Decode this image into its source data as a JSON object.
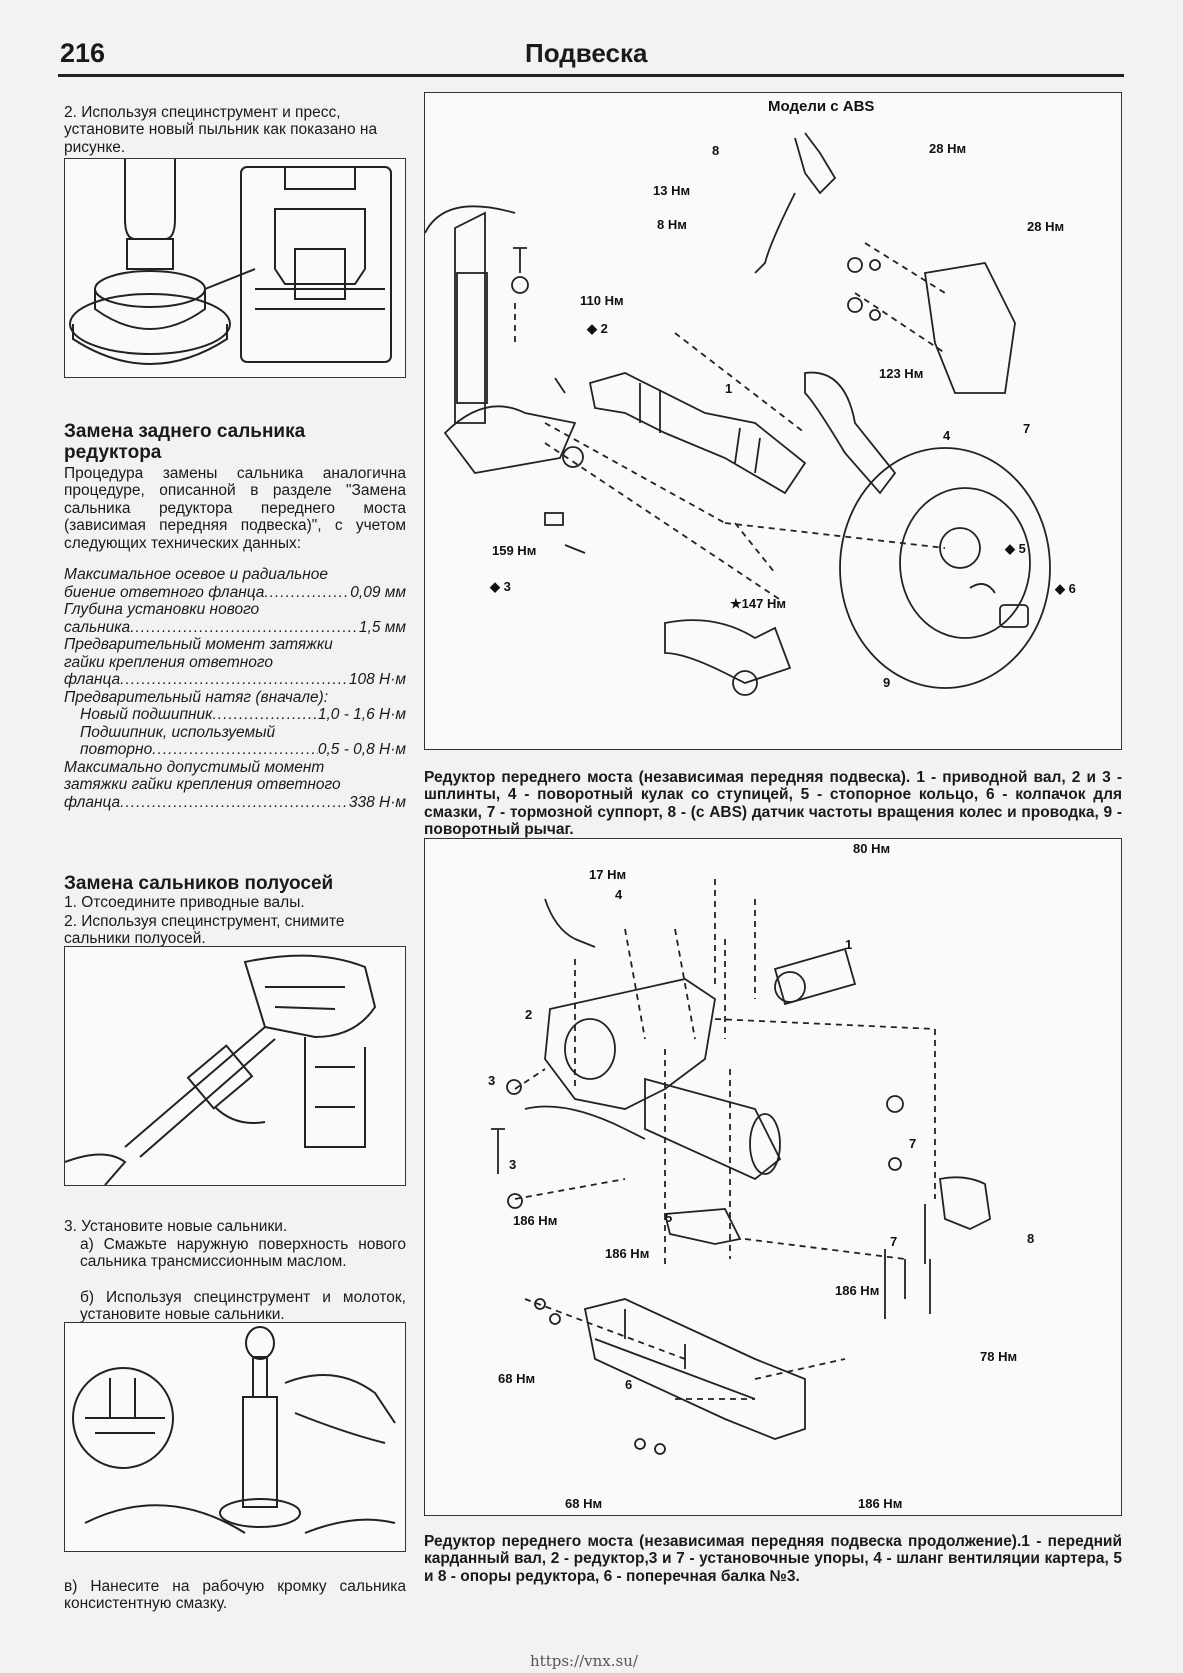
{
  "header": {
    "page_number": "216",
    "section_title": "Подвеска"
  },
  "left": {
    "step2_intro": "2. Используя специнструмент и пресс, установите новый пыльник как показано на рисунке.",
    "rear_seal_heading": "Замена заднего сальника редуктора",
    "rear_seal_text": "Процедура замены сальника аналогична процедуре, описанной в разделе \"Замена сальника редуктора переднего моста (зависимая передняя подвеска)\", с учетом следующих технических данных:",
    "specs": [
      {
        "label": "Максимальное осевое и радиальное",
        "indent": false,
        "value": ""
      },
      {
        "label": "биение ответного фланца",
        "indent": false,
        "value": "0,09 мм",
        "dots": true
      },
      {
        "label": "Глубина установки нового",
        "indent": false,
        "value": ""
      },
      {
        "label": "сальника",
        "indent": false,
        "value": "1,5 мм",
        "dots": true
      },
      {
        "label": "Предварительный момент затяжки",
        "indent": false,
        "value": ""
      },
      {
        "label": "гайки крепления ответного",
        "indent": false,
        "value": ""
      },
      {
        "label": "фланца",
        "indent": false,
        "value": "108 Н·м",
        "dots": true
      },
      {
        "label": "Предварительный натяг (вначале):",
        "indent": false,
        "value": ""
      },
      {
        "label": "Новый подшипник",
        "indent": true,
        "value": "1,0 - 1,6 Н·м",
        "dots": true
      },
      {
        "label": "Подшипник, используемый",
        "indent": true,
        "value": ""
      },
      {
        "label": "повторно",
        "indent": true,
        "value": "0,5 - 0,8 Н·м",
        "dots": true
      },
      {
        "label": "Максимально допустимый момент",
        "indent": false,
        "value": ""
      },
      {
        "label": "затяжки гайки крепления ответного",
        "indent": false,
        "value": ""
      },
      {
        "label": "фланца",
        "indent": false,
        "value": "338 Н·м",
        "dots": true
      }
    ],
    "axle_seal_heading": "Замена сальников полуосей",
    "axle_step1": "1. Отсоедините приводные валы.",
    "axle_step2": "2. Используя специнструмент, снимите сальники полуосей.",
    "axle_step3": "3. Установите новые сальники.",
    "axle_step3a": "а) Смажьте наружную поверхность нового сальника трансмиссионным маслом.",
    "axle_step3b": "б) Используя специнструмент и молоток, установите новые сальники.",
    "axle_step3c": "в) Нанесите на рабочую кромку сальника консистентную смазку."
  },
  "figure1": {
    "title": "Модели с ABS",
    "labels": {
      "n1": "1",
      "n2": "◆ 2",
      "n3": "◆ 3",
      "n4": "4",
      "n5": "◆ 5",
      "n6": "◆ 6",
      "n7": "7",
      "n8": "8",
      "n9": "9",
      "t28a": "28 Нм",
      "t28b": "28 Нм",
      "t13": "13 Нм",
      "t8": "8 Нм",
      "t110": "110 Нм",
      "t123": "123 Нм",
      "t159": "159 Нм",
      "t147": "★147 Нм"
    },
    "caption": "Редуктор переднего моста (независимая передняя подвеска). 1 - приводной вал, 2 и 3 - шплинты, 4 - поворотный кулак со ступицей, 5 - стопорное кольцо, 6 - колпачок для смазки, 7 - тормозной суппорт, 8 - (с ABS) датчик частоты вращения колес и проводка, 9 - поворотный рычаг."
  },
  "figure2": {
    "labels": {
      "t80": "80 Нм",
      "t17": "17 Нм",
      "n4": "4",
      "n1": "1",
      "n2": "2",
      "n3a": "3",
      "n3b": "3",
      "t186a": "186 Нм",
      "n5": "5",
      "t186b": "186 Нм",
      "n7a": "7",
      "n7b": "7",
      "n8": "8",
      "t186c": "186 Нм",
      "t78": "78 Нм",
      "t68a": "68 Нм",
      "n6": "6",
      "t68b": "68 Нм",
      "t186d": "186 Нм"
    },
    "caption": "Редуктор переднего моста (независимая передняя подвеска продолжение).1 - передний карданный вал, 2 - редуктор,3 и 7 - установочные упоры, 4 - шланг вентиляции картера, 5 и 8 - опоры редуктора, 6 - поперечная балка №3."
  },
  "footer": {
    "url": "https://vnx.su/"
  }
}
